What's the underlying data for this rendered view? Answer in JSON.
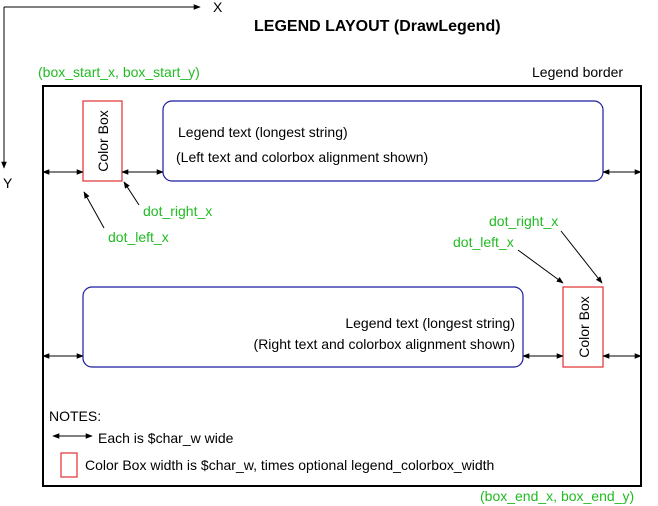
{
  "title": "LEGEND LAYOUT (DrawLegend)",
  "axes": {
    "x_label": "X",
    "y_label": "Y"
  },
  "labels": {
    "box_start": "(box_start_x, box_start_y)",
    "box_end": "(box_end_x, box_end_y)",
    "legend_border": "Legend border"
  },
  "top_item": {
    "color_box_label": "Color Box",
    "text_line1": "Legend text (longest string)",
    "text_line2": "(Left text and colorbox alignment shown)",
    "dot_right": "dot_right_x",
    "dot_left": "dot_left_x"
  },
  "bottom_item": {
    "color_box_label": "Color Box",
    "text_line1": "Legend text (longest string)",
    "text_line2": "(Right text and colorbox alignment shown)",
    "dot_right": "dot_right_x",
    "dot_left": "dot_left_x"
  },
  "notes": {
    "heading": "NOTES:",
    "arrow_note": "Each is $char_w wide",
    "box_note": "Color Box width is $char_w, times optional legend_colorbox_width"
  },
  "colors": {
    "annotation": "#22bb22",
    "color_box": "#e03030",
    "text_box": "#1a1aa0",
    "border": "#000000"
  }
}
